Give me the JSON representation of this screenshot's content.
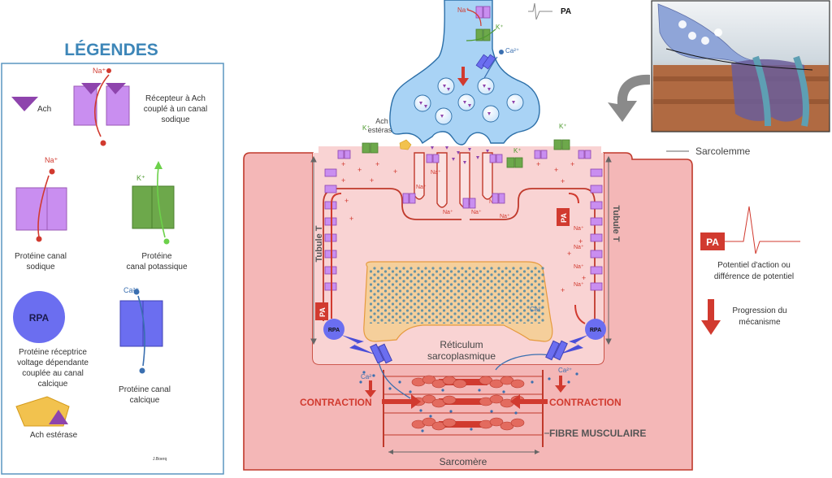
{
  "legend": {
    "title": "LÉGENDES",
    "ach": "Ach",
    "na_ion": "Na⁺",
    "k_ion": "K⁺",
    "ca_ion": "Ca²⁺",
    "receptor_line1": "Récepteur à Ach",
    "receptor_line2": "couplé à un canal",
    "receptor_line3": "sodique",
    "na_channel_line1": "Protéine canal",
    "na_channel_line2": "sodique",
    "k_channel_line1": "Protéine",
    "k_channel_line2": "canal potassique",
    "rpa_symbol": "RPA",
    "rpa_line1": "Protéine réceptrice",
    "rpa_line2": "voltage dépendante",
    "rpa_line3": "couplée au canal",
    "rpa_line4": "calcique",
    "ca_channel_line1": "Protéine canal",
    "ca_channel_line2": "calcique",
    "esterase": "Ach estérase",
    "author": "J.Boerq"
  },
  "right_legend": {
    "pa_badge": "PA",
    "pa_line1": "Potentiel d'action ou",
    "pa_line2": "différence de potentiel",
    "progression_line1": "Progression du",
    "progression_line2": "mécanisme"
  },
  "labels": {
    "pa_top": "PA",
    "na_top": "Na⁺",
    "k_top": "K⁺",
    "ca_top": "Ca²⁺",
    "esterase_line1": "Ach",
    "esterase_line2": "estérase",
    "k_left": "K⁺",
    "k_right": "K⁺",
    "k_right2": "K⁺",
    "sarcolemme": "Sarcolemme",
    "tubule_left": "Tubule T",
    "tubule_right": "Tubule T",
    "pa_left": "PA",
    "pa_right": "PA",
    "rpa_left": "RPA",
    "rpa_right": "RPA",
    "reticulum_line1": "Réticulum",
    "reticulum_line2": "sarcoplasmique",
    "ca_inside": "Ca²⁺",
    "ca_left": "Ca²⁺",
    "ca_right": "Ca²⁺",
    "contraction_left": "CONTRACTION",
    "contraction_right": "CONTRACTION",
    "fibre": "FIBRE MUSCULAIRE",
    "sarcomere": "Sarcomère",
    "na_cleft_1": "Na⁺",
    "na_cleft_2": "Na⁺",
    "na_cleft_3": "Na⁺",
    "na_cleft_4": "Na⁺",
    "na_cleft_5": "Na⁺",
    "na_cleft_6": "Na⁺",
    "na_right_1": "Na⁺",
    "na_right_2": "Na⁺",
    "na_right_3": "Na⁺",
    "na_right_4": "Na⁺"
  },
  "colors": {
    "muscle": "#f4b7b7",
    "muscle_stroke": "#c0392b",
    "terminal": "#a9d3f5",
    "terminal_stroke": "#2c6fa8",
    "sodium": "#d13a2f",
    "potassium": "#4e9a2f",
    "calcium": "#3a6fb0",
    "receptor": "#b57be0",
    "rpa": "#6b6ef0",
    "reticulum": "#f5cf9b",
    "legend_title": "#3d86b8"
  }
}
